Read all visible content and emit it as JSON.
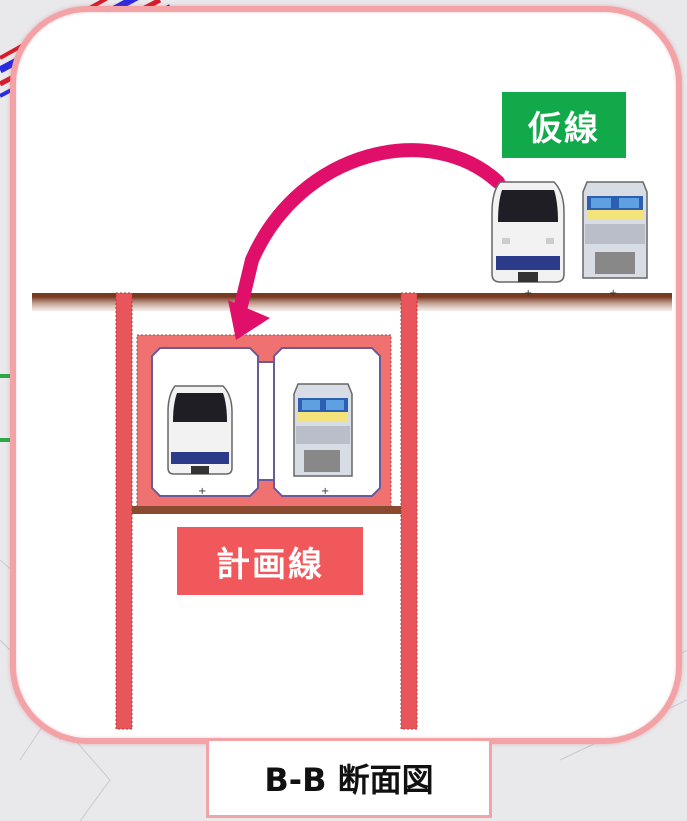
{
  "labels": {
    "temporary_track": "仮線",
    "planned_track": "計画線",
    "section_caption": "B-B 断面図"
  },
  "colors": {
    "panel_border": "#f3a2a6",
    "temporary_tag": "#12a94b",
    "planned_tag": "#f0585c",
    "wall": "#e8555a",
    "ground": "#7a3a22",
    "arrow": "#e0106a"
  },
  "icons": {
    "train_left": "express-train-front-icon",
    "train_right": "locomotive-front-icon",
    "arrow": "curved-arrow-icon"
  }
}
